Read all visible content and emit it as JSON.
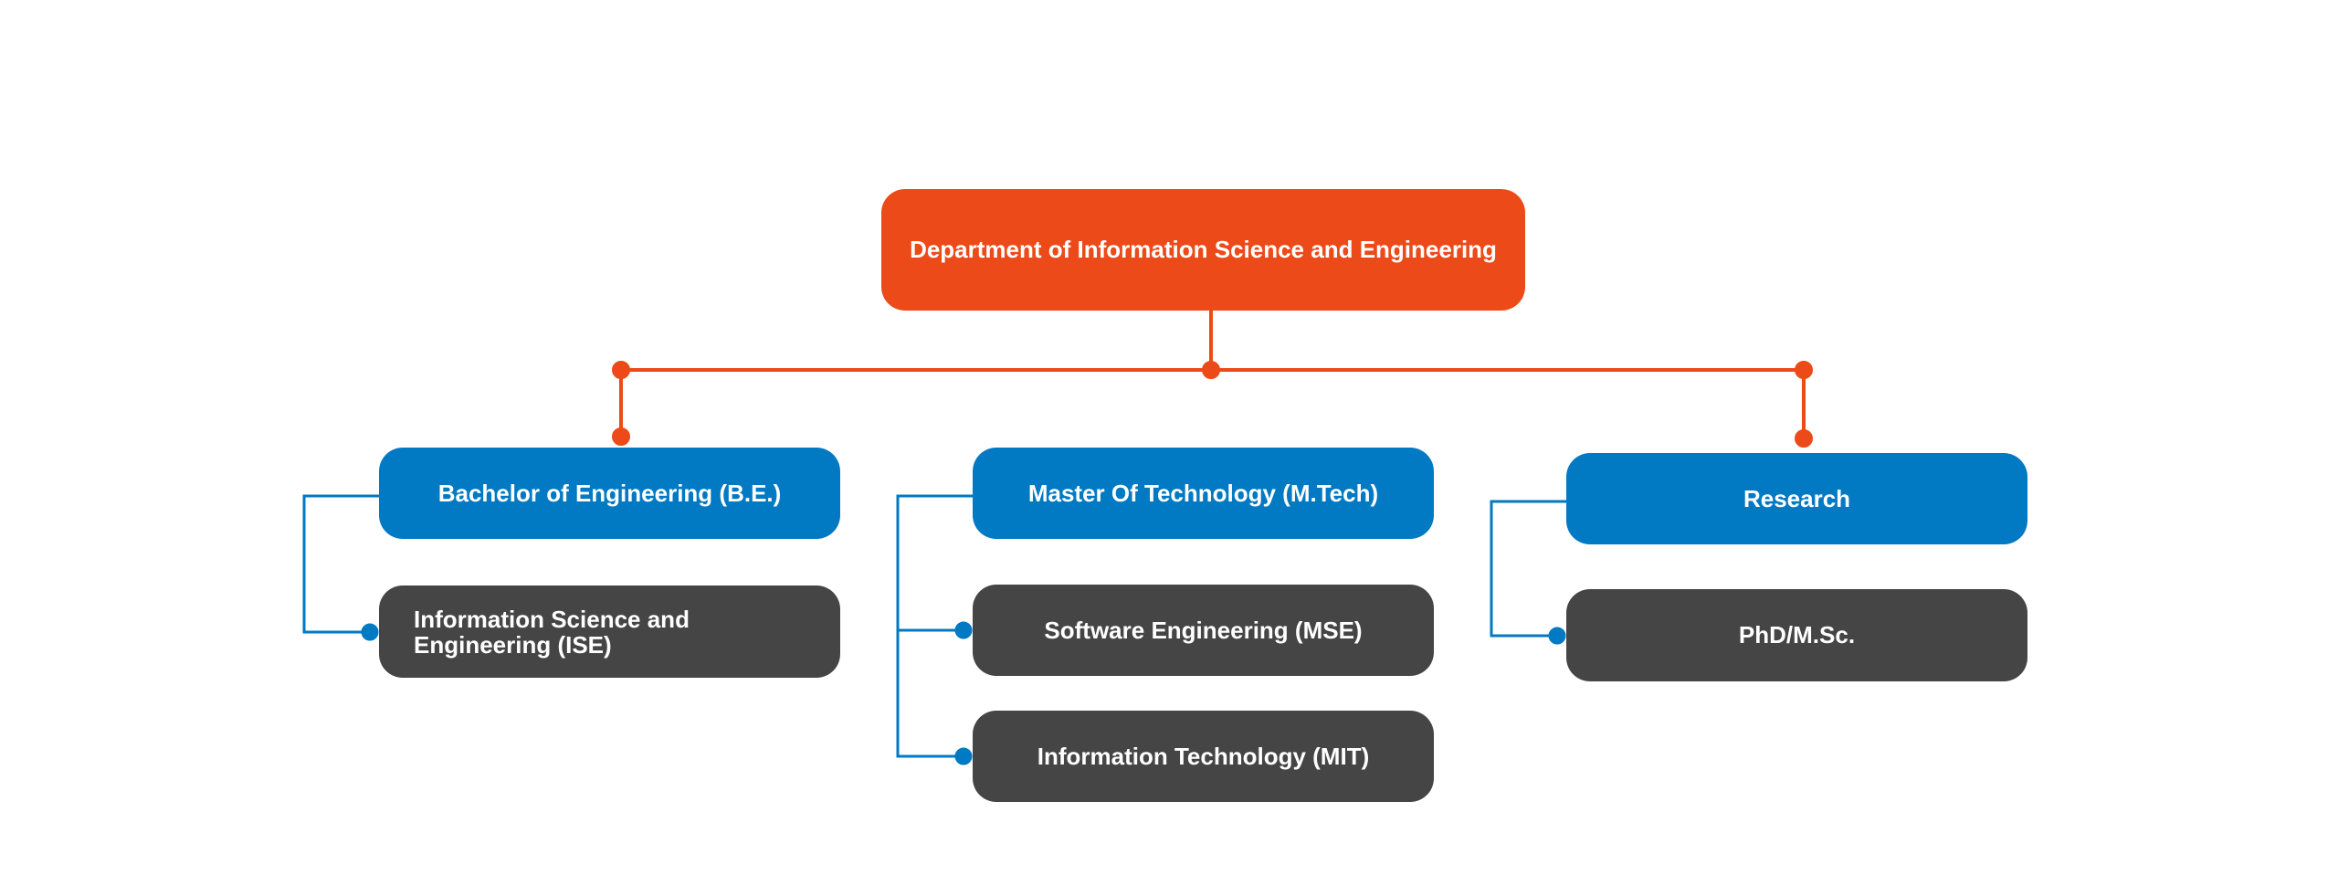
{
  "diagram": {
    "type": "org-chart",
    "colors": {
      "root": "#EC4A18",
      "level1": "#0279C3",
      "level2": "#454545",
      "root_connector": "#EC4A18",
      "child_connector": "#0279C3"
    },
    "root": {
      "label": "Department of Information Science and Engineering"
    },
    "branches": [
      {
        "label": "Bachelor of Engineering (B.E.)",
        "children": [
          {
            "label": "Information Science and Engineering (ISE)"
          }
        ]
      },
      {
        "label": "Master Of Technology (M.Tech)",
        "children": [
          {
            "label": "Software Engineering (MSE)"
          },
          {
            "label": "Information Technology (MIT)"
          }
        ]
      },
      {
        "label": "Research",
        "children": [
          {
            "label": "PhD/M.Sc."
          }
        ]
      }
    ]
  }
}
